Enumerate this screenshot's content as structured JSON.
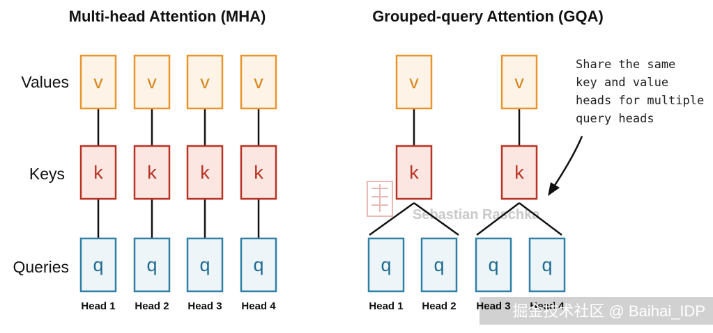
{
  "mha": {
    "title": "Multi-head Attention (MHA)",
    "rows": {
      "values": "Values",
      "keys": "Keys",
      "queries": "Queries"
    },
    "value_letters": [
      "v",
      "v",
      "v",
      "v"
    ],
    "key_letters": [
      "k",
      "k",
      "k",
      "k"
    ],
    "query_letters": [
      "q",
      "q",
      "q",
      "q"
    ],
    "heads": [
      "Head 1",
      "Head 2",
      "Head 3",
      "Head 4"
    ]
  },
  "gqa": {
    "title": "Grouped-query Attention (GQA)",
    "value_letters": [
      "v",
      "v"
    ],
    "key_letters": [
      "k",
      "k"
    ],
    "query_letters": [
      "q",
      "q",
      "q",
      "q"
    ],
    "heads": [
      "Head 1",
      "Head 2",
      "Head 3",
      "Head 4"
    ]
  },
  "annotation": {
    "lines": [
      "Share the same",
      "key and value",
      "heads for multiple",
      "query heads"
    ]
  },
  "watermark": {
    "text": "Sebastian Raschka"
  },
  "footer": {
    "text": "掘金技术社区 @ Baihai_IDP"
  },
  "colors": {
    "value_stroke": "#e8952c",
    "value_fill": "#fdf3e6",
    "value_text": "#d9861d",
    "key_stroke": "#b83323",
    "key_fill": "#fbe6e2",
    "key_text": "#b83323",
    "query_stroke": "#2f7fa6",
    "query_fill": "#eef5f9",
    "query_text": "#1e6b92"
  },
  "icons": {
    "annotation_arrow": "arrow-icon",
    "watermark_seal": "seal-icon"
  }
}
